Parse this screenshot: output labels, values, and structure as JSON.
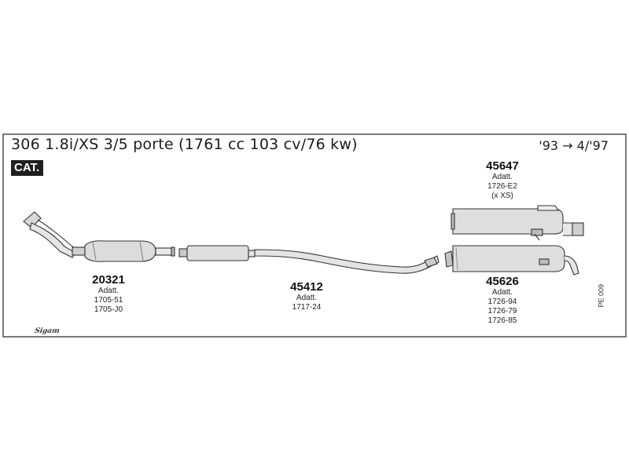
{
  "header": {
    "title": "306 1.8i/XS 3/5 porte (1761 cc 103 cv/76 kw)",
    "years": "'93 → 4/'97",
    "badge": "CAT."
  },
  "parts": {
    "p20321": {
      "code": "20321",
      "adatt": "Adatt.",
      "refs": [
        "1705-51",
        "1705-J0"
      ]
    },
    "p45412": {
      "code": "45412",
      "adatt": "Adatt.",
      "refs": [
        "1717-24"
      ]
    },
    "p45647": {
      "code": "45647",
      "adatt": "Adatt.",
      "refs": [
        "1726-E2",
        "(x XS)"
      ]
    },
    "p45626": {
      "code": "45626",
      "adatt": "Adatt.",
      "refs": [
        "1726-94",
        "1726-79",
        "1726-85"
      ]
    }
  },
  "page_ref": "PE 009",
  "logo": "Sigam"
}
